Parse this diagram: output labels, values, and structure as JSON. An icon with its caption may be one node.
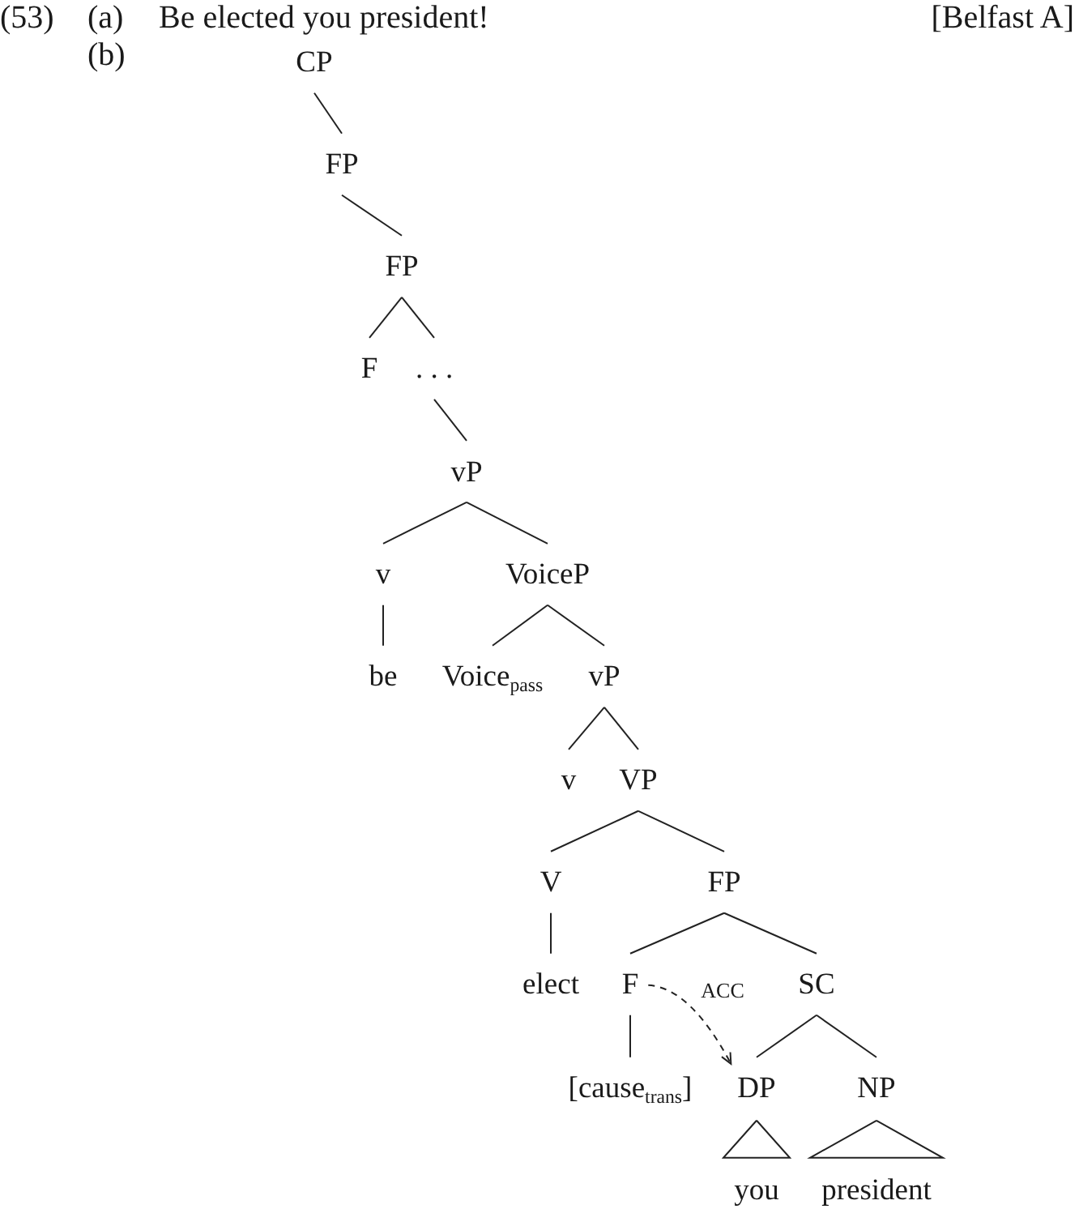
{
  "diagram": {
    "nodes": [
      {
        "text": [
          "CP"
        ]
      },
      {
        "text": [
          "FP"
        ]
      },
      {
        "text": [
          "FP"
        ]
      },
      {
        "text": [
          "F"
        ]
      },
      {
        "text": [
          ". . ."
        ]
      },
      {
        "text": [
          "vP"
        ]
      },
      {
        "text": [
          "v"
        ]
      },
      {
        "text": [
          "VoiceP"
        ]
      },
      {
        "text": [
          "be"
        ]
      },
      {
        "text": [
          "Voice$_{pass}$"
        ]
      },
      {
        "text": [
          "vP"
        ]
      },
      {
        "text": [
          "v"
        ]
      },
      {
        "text": [
          "VP"
        ]
      },
      {
        "text": [
          "V"
        ]
      },
      {
        "text": [
          "FP"
        ]
      },
      {
        "text": [
          "elect"
        ]
      },
      {
        "text": [
          "F"
        ]
      },
      {
        "text": [
          "SC"
        ]
      },
      {
        "text": [
          "[cause$_{trans}$]"
        ]
      },
      {
        "text": [
          "DP"
        ]
      },
      {
        "text": [
          "NP"
        ]
      },
      {
        "text": [
          "you"
        ]
      },
      {
        "text": [
          "president"
        ]
      }
    ],
    "edges": [
      {
        "from": 0,
        "to": 1,
        "arrow": "none"
      },
      {
        "from": 1,
        "to": 2,
        "arrow": "none"
      },
      {
        "from": 2,
        "to": 3,
        "arrow": "none"
      },
      {
        "from": 2,
        "to": 4,
        "arrow": "none"
      },
      {
        "from": 4,
        "to": 5,
        "arrow": "none"
      },
      {
        "from": 5,
        "to": 6,
        "arrow": "none"
      },
      {
        "from": 5,
        "to": 7,
        "arrow": "none"
      },
      {
        "from": 6,
        "to": 8,
        "arrow": "none"
      },
      {
        "from": 7,
        "to": 9,
        "arrow": "none"
      },
      {
        "from": 7,
        "to": 10,
        "arrow": "none"
      },
      {
        "from": 10,
        "to": 11,
        "arrow": "none"
      },
      {
        "from": 10,
        "to": 12,
        "arrow": "none"
      },
      {
        "from": 12,
        "to": 13,
        "arrow": "none"
      },
      {
        "from": 12,
        "to": 14,
        "arrow": "none"
      },
      {
        "from": 13,
        "to": 15,
        "arrow": "none"
      },
      {
        "from": 14,
        "to": 16,
        "arrow": "none"
      },
      {
        "from": 14,
        "to": 17,
        "arrow": "none"
      },
      {
        "from": 16,
        "to": 18,
        "arrow": "none"
      },
      {
        "from": 17,
        "to": 19,
        "arrow": "none"
      },
      {
        "from": 17,
        "to": 20,
        "arrow": "none"
      },
      {
        "from": 16,
        "to": 19,
        "arrow": "to",
        "label": "ACC",
        "style": "dashed"
      },
      {
        "from": 19,
        "to": 21,
        "arrow": "none"
      },
      {
        "from": 20,
        "to": 22,
        "arrow": "none"
      }
    ],
    "labels": [
      "(53)",
      "(a)",
      "Be elected you president!",
      "[Belfast A]",
      "(b)"
    ]
  }
}
